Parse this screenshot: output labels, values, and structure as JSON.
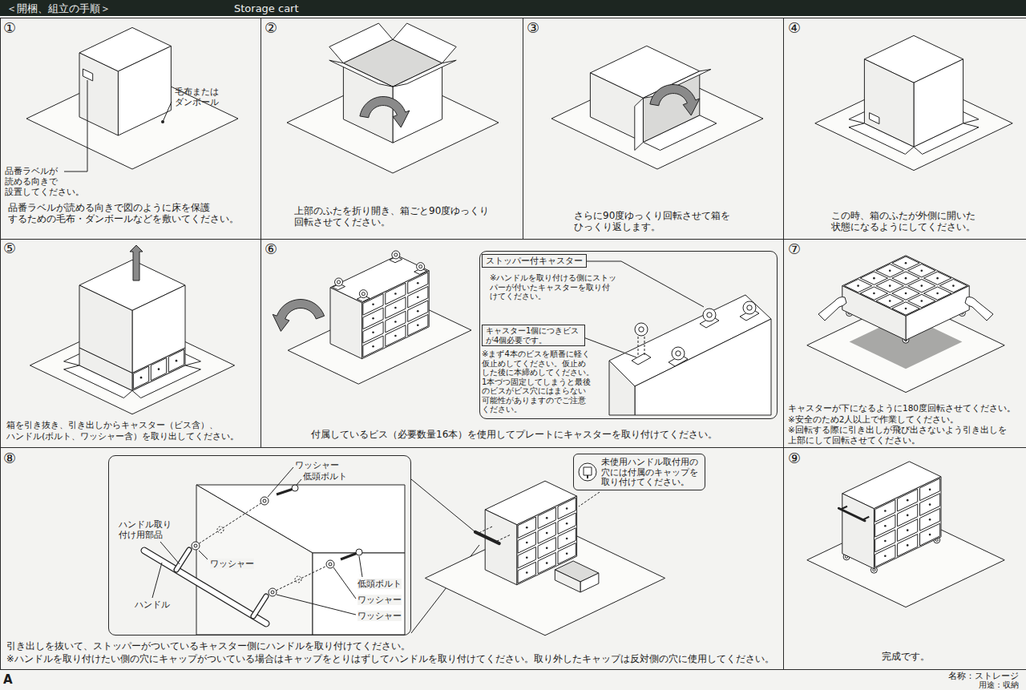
{
  "diagram": {
    "title": "＜開梱、組立の手順＞",
    "nodes": [
      {
        "text": [
          "①",
          "品番ラベルが読める向きで図のように床を保護 するための毛布・ダンボールなどを敷いてください。"
        ]
      },
      {
        "text": [
          "②",
          "上部のふたを折り開き、箱ごと90度ゆっくり 回転させてください。"
        ]
      },
      {
        "text": [
          "③",
          "さらに90度ゆっくり回転させて箱を ひっくり返します。"
        ]
      },
      {
        "text": [
          "④",
          "この時、箱のふたが外側に開いた 状態になるようにしてください。"
        ]
      },
      {
        "text": [
          "⑤",
          "箱を引き抜き、引き出しからキャスター（ビス含）、 ハンドル(ボルト、ワッシャー含）を取り出してください。"
        ]
      },
      {
        "text": [
          "⑥",
          "付属しているビス（必要数量16本）を使用してプレートにキャスターを取り付けてください。"
        ]
      },
      {
        "text": [
          "※ハンドルを取り付ける側にストッ パーが付いたキャスターを取り付 けてください。",
          "※まず4本のビスを順番に軽く 仮止めしてください。仮止め した後に本締めしてください。 1本づつ固定してしまうと最後 のビスがビス穴にはまらない 可能性がありますのでご注意 ください。"
        ],
        "in": 5
      },
      {
        "text": [
          "ストッパー付キャスター"
        ],
        "in": 6
      },
      {
        "text": [
          "キャスター1個につきビス が4個必要です。"
        ],
        "in": 6
      },
      {
        "text": [
          "⑦",
          "キャスターが下になるように180度回転させてください。",
          "※安全のため2人以上で作業してください。",
          "※回転する際に引き出しが飛び出さないよう引き出しを 上部にして回転させてください。"
        ]
      },
      {
        "text": [
          "⑧",
          "引き出しを抜いて、ストッパーがついているキャスター側にハンドルを取り付けてください。",
          "※ハンドルを取り付けたい側の穴にキャップがついている場合はキャップをとりはずしてハンドルを取り付けてください。取り外したキャップは反対側の穴に使用してください。"
        ]
      },
      {
        "text": [
          "ワッシャー",
          "低頭ボルト",
          "ハンドル取り 付け用部品",
          "ワッシャー",
          "ハンドル",
          "低頭ボルト",
          "ワッシャー",
          "ワッシャー"
        ],
        "in": 10
      },
      {
        "text": [
          "未使用ハンドル取付用の 穴には付属のキャップを 取り付けてください。"
        ],
        "in": 10
      },
      {
        "text": [
          "⑨",
          "完成です。"
        ]
      }
    ],
    "labels": [
      "Storage cart",
      "毛布または ダンボール",
      "品番ラベルが 読める向きで 設置してください。",
      "A",
      "名称：ストレージ",
      "用途：収納"
    ]
  }
}
